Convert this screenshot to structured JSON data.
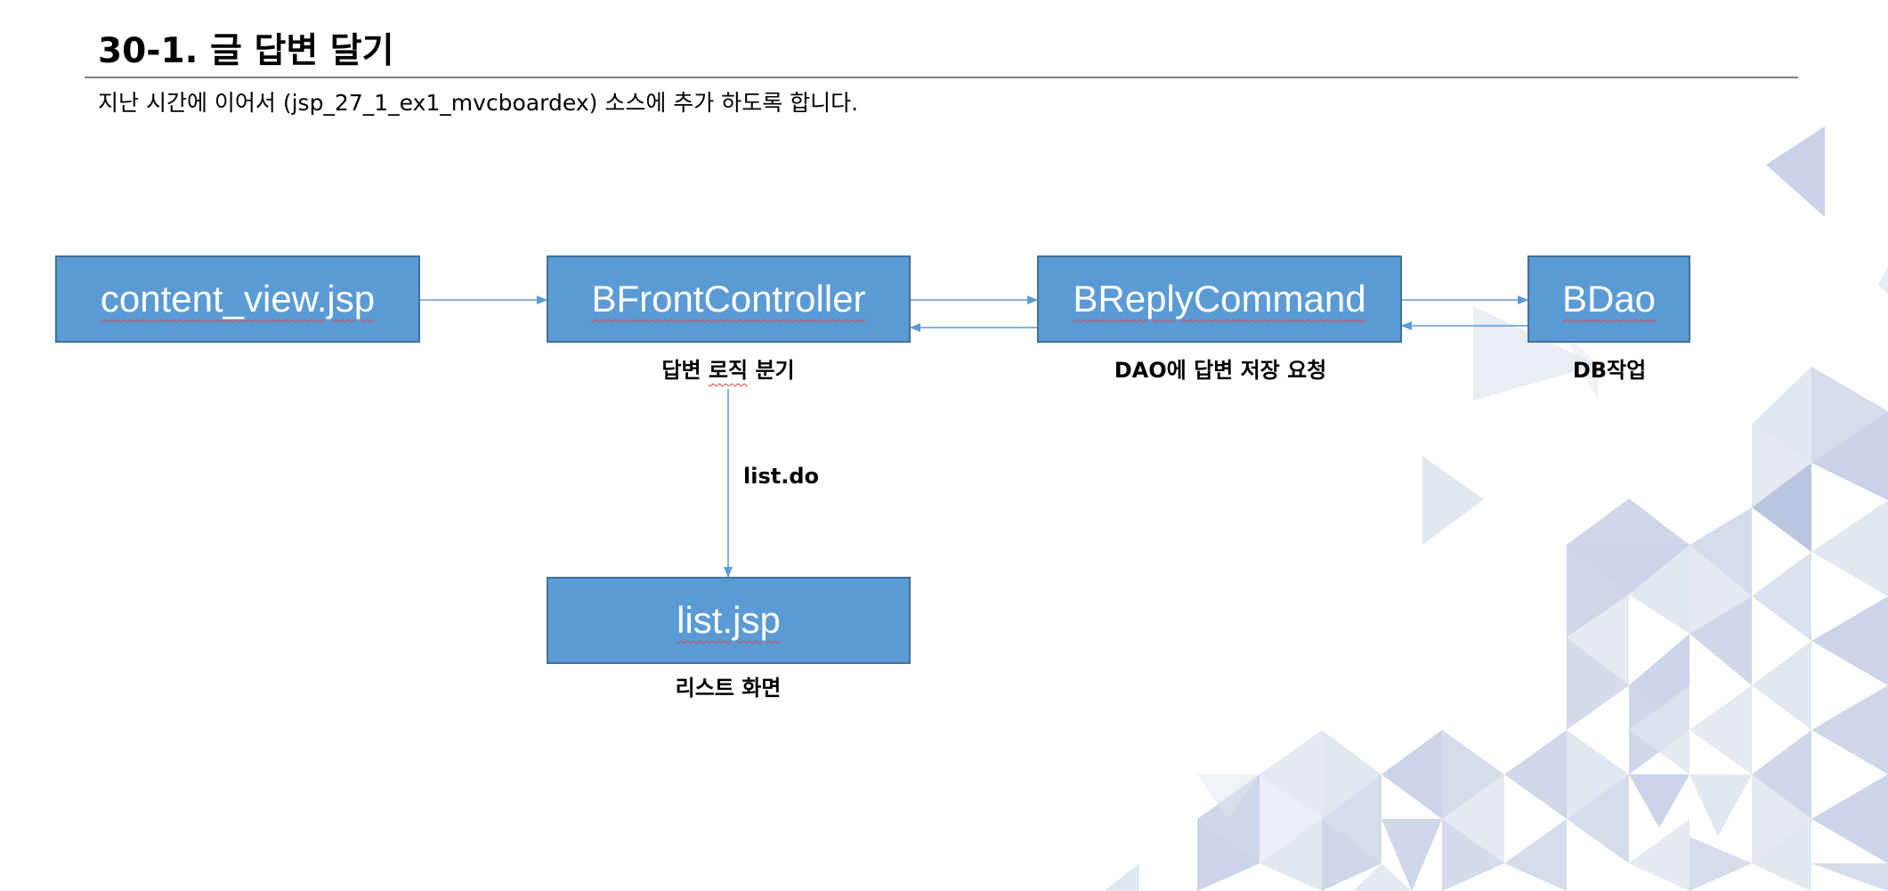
{
  "header": {
    "title": "30-1. 글 답변 달기",
    "subtitle": "지난 시간에 이어서 (jsp_27_1_ex1_mvcboardex) 소스에 추가 하도록 합니다."
  },
  "nodes": [
    {
      "name": "content_view.jsp",
      "caption": ""
    },
    {
      "name": "BFrontController",
      "caption_before": "답변 ",
      "caption_marked": "로직",
      "caption_after": " 분기"
    },
    {
      "name": "BReplyCommand",
      "caption": "DAO에 답변 저장 요청"
    },
    {
      "name": "BDao",
      "caption": "DB작업"
    },
    {
      "name": "list.jsp",
      "caption": "리스트 화면"
    }
  ],
  "edges": [
    {
      "from": "content_view.jsp",
      "to": "BFrontController",
      "label": ""
    },
    {
      "from": "BFrontController",
      "to": "BReplyCommand",
      "label": ""
    },
    {
      "from": "BReplyCommand",
      "to": "BFrontController",
      "label": ""
    },
    {
      "from": "BReplyCommand",
      "to": "BDao",
      "label": ""
    },
    {
      "from": "BDao",
      "to": "BReplyCommand",
      "label": ""
    },
    {
      "from": "BFrontController",
      "to": "list.jsp",
      "label": "list.do"
    }
  ],
  "colors": {
    "box_fill": "#5b9bd5",
    "box_border": "#41719c",
    "arrow": "#5b9bd5",
    "decor_light": "#dfe5f0",
    "decor_mid": "#c3cde3",
    "decor_dark": "#a9b8d8"
  }
}
